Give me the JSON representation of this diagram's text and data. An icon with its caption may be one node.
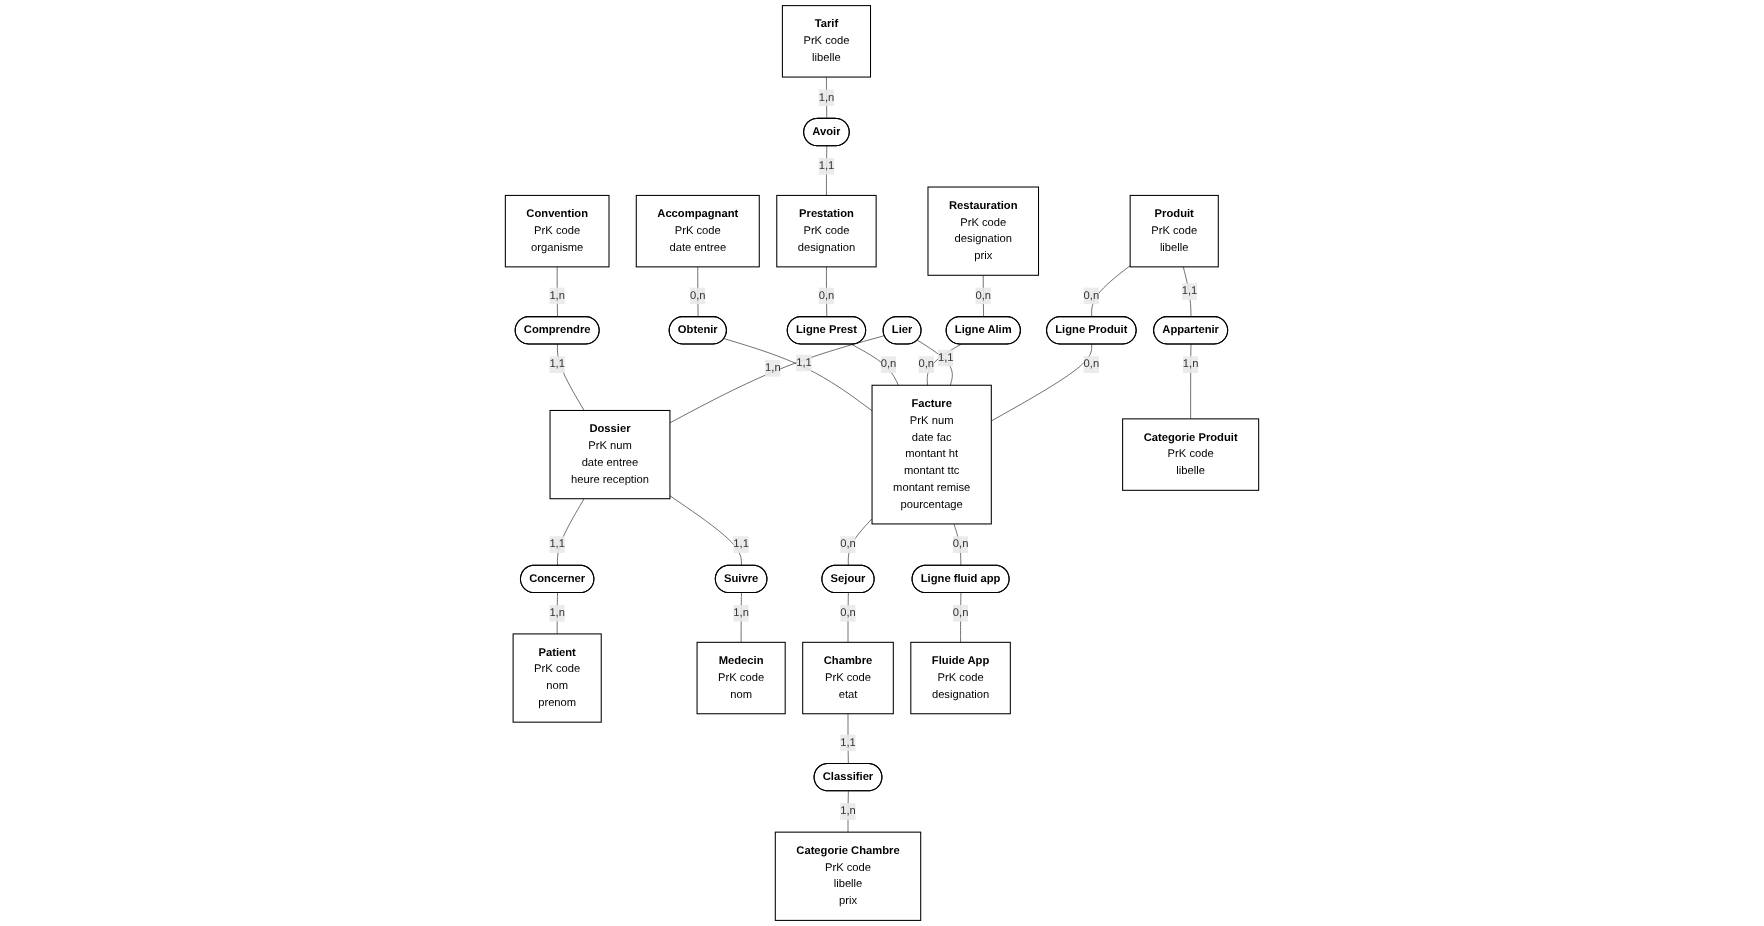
{
  "diagram": {
    "nodes": [
      {
        "text": [
          "Tarif",
          "PrK code",
          "libelle"
        ]
      },
      {
        "text": [
          "Avoir"
        ]
      },
      {
        "text": [
          "Accompagnant",
          "PrK code",
          "date entree"
        ]
      },
      {
        "text": [
          "Obtenir"
        ]
      },
      {
        "text": [
          "Prestation",
          "PrK code",
          "designation"
        ]
      },
      {
        "text": [
          "Convention",
          "PrK code",
          "organisme"
        ]
      },
      {
        "text": [
          "Comprendre"
        ]
      },
      {
        "text": [
          "Restauration",
          "PrK code",
          "designation",
          "prix"
        ]
      },
      {
        "text": [
          "Ligne Alim"
        ]
      },
      {
        "text": [
          "Ligne Prest"
        ]
      },
      {
        "text": [
          "Lier"
        ]
      },
      {
        "text": [
          "Dossier",
          "PrK num",
          "date entree",
          "heure reception"
        ]
      },
      {
        "text": [
          "Concerner"
        ]
      },
      {
        "text": [
          "Patient",
          "PrK code",
          "nom",
          "prenom"
        ]
      },
      {
        "text": [
          "Facture",
          "PrK num",
          "date fac",
          "montant ht",
          "montant ttc",
          "montant remise",
          "pourcentage"
        ]
      },
      {
        "text": [
          "Produit",
          "PrK code",
          "libelle"
        ]
      },
      {
        "text": [
          "Ligne Produit"
        ]
      },
      {
        "text": [
          "Suivre"
        ]
      },
      {
        "text": [
          "Medecin",
          "PrK code",
          "nom"
        ]
      },
      {
        "text": [
          "Sejour"
        ]
      },
      {
        "text": [
          "Appartenir"
        ]
      },
      {
        "text": [
          "Chambre",
          "PrK code",
          "etat"
        ]
      },
      {
        "text": [
          "Classifier"
        ]
      },
      {
        "text": [
          "Categorie Chambre",
          "PrK code",
          "libelle",
          "prix"
        ]
      },
      {
        "text": [
          "Ligne fluid app"
        ]
      },
      {
        "text": [
          "Categorie Produit",
          "PrK code",
          "libelle"
        ]
      },
      {
        "text": [
          "Fluide App",
          "PrK code",
          "designation"
        ]
      }
    ],
    "edges": [
      {
        "from": 0,
        "to": 1,
        "arrow": "none",
        "label": "1,n"
      },
      {
        "from": 1,
        "to": 4,
        "arrow": "none",
        "label": "1,1"
      },
      {
        "from": 2,
        "to": 3,
        "arrow": "none",
        "label": "0,n"
      },
      {
        "from": 3,
        "to": 14,
        "arrow": "none",
        "label": "1,1"
      },
      {
        "from": 4,
        "to": 9,
        "arrow": "none",
        "label": "0,n"
      },
      {
        "from": 9,
        "to": 14,
        "arrow": "none",
        "label": "0,n"
      },
      {
        "from": 5,
        "to": 6,
        "arrow": "none",
        "label": "1,n"
      },
      {
        "from": 6,
        "to": 11,
        "arrow": "none",
        "label": "1,1"
      },
      {
        "from": 7,
        "to": 8,
        "arrow": "none",
        "label": "0,n"
      },
      {
        "from": 8,
        "to": 14,
        "arrow": "none",
        "label": "0,n"
      },
      {
        "from": 10,
        "to": 11,
        "arrow": "none",
        "label": "1,n"
      },
      {
        "from": 10,
        "to": 14,
        "arrow": "none",
        "label": "1,1"
      },
      {
        "from": 11,
        "to": 12,
        "arrow": "none",
        "label": "1,1"
      },
      {
        "from": 12,
        "to": 13,
        "arrow": "none",
        "label": "1,n"
      },
      {
        "from": 15,
        "to": 16,
        "arrow": "none",
        "label": "0,n"
      },
      {
        "from": 16,
        "to": 14,
        "arrow": "none",
        "label": "0,n"
      },
      {
        "from": 11,
        "to": 17,
        "arrow": "none",
        "label": "1,1"
      },
      {
        "from": 17,
        "to": 18,
        "arrow": "none",
        "label": "1,n"
      },
      {
        "from": 14,
        "to": 19,
        "arrow": "none",
        "label": "0,n"
      },
      {
        "from": 19,
        "to": 21,
        "arrow": "none",
        "label": "0,n"
      },
      {
        "from": 15,
        "to": 20,
        "arrow": "none",
        "label": "1,1"
      },
      {
        "from": 20,
        "to": 25,
        "arrow": "none",
        "label": "1,n"
      },
      {
        "from": 21,
        "to": 22,
        "arrow": "none",
        "label": "1,1"
      },
      {
        "from": 22,
        "to": 23,
        "arrow": "none",
        "label": "1,n"
      },
      {
        "from": 14,
        "to": 24,
        "arrow": "none",
        "label": "0,n"
      },
      {
        "from": 24,
        "to": 26,
        "arrow": "none",
        "label": "0,n"
      }
    ]
  }
}
